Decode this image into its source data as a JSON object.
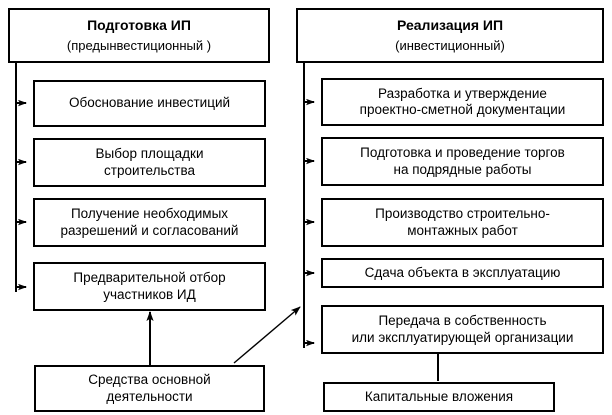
{
  "diagram": {
    "title_left": "Подготовка ИП",
    "subtitle_left": "(предынвестиционный )",
    "title_right": "Реализация ИП",
    "subtitle_right": "(инвестиционный)",
    "left_stage_boxes": [
      {
        "line1": "Обоснование инвестиций",
        "line2": ""
      },
      {
        "line1": "Выбор площадки",
        "line2": "строительства"
      },
      {
        "line1": "Получение необходимых",
        "line2": "разрешений и согласований"
      },
      {
        "line1": "Предварительной отбор",
        "line2": "участников ИД"
      }
    ],
    "right_stage_boxes": [
      {
        "line1": "Разработка и утверждение",
        "line2": "проектно-сметной документации"
      },
      {
        "line1": "Подготовка и проведение торгов",
        "line2": "на подрядные работы"
      },
      {
        "line1": "Производство строительно-",
        "line2": "монтажных работ"
      },
      {
        "line1": "Сдача объекта в эксплуатацию",
        "line2": ""
      },
      {
        "line1": "Передача в собственность",
        "line2": "или эксплуатирующей организации"
      }
    ],
    "funding_left": {
      "line1": "Средства основной",
      "line2": "деятельности"
    },
    "funding_right": {
      "line1": "Капитальные вложения",
      "line2": ""
    },
    "colors": {
      "stroke": "#000000",
      "fill": "#ffffff",
      "text": "#000000"
    }
  }
}
